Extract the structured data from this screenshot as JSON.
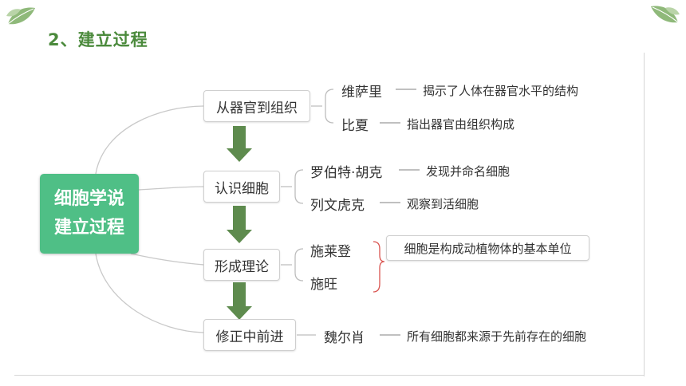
{
  "slide": {
    "title": "2、建立过程"
  },
  "root": {
    "line1": "细胞学说",
    "line2": "建立过程"
  },
  "stages": [
    {
      "label": "从器官到组织"
    },
    {
      "label": "认识细胞"
    },
    {
      "label": "形成理论"
    },
    {
      "label": "修正中前进"
    }
  ],
  "people": [
    {
      "name": "维萨里",
      "desc": "揭示了人体在器官水平的结构"
    },
    {
      "name": "比夏",
      "desc": "指出器官由组织构成"
    },
    {
      "name": "罗伯特·胡克",
      "desc": "发现并命名细胞"
    },
    {
      "name": "列文虎克",
      "desc": "观察到活细胞"
    },
    {
      "name": "施莱登"
    },
    {
      "name": "施旺"
    },
    {
      "name": "魏尔肖",
      "desc": "所有细胞都来源于先前存在的细胞"
    }
  ],
  "theory_summary": "细胞是构成动植物体的基本单位",
  "colors": {
    "title": "#4b8a3c",
    "root_fill": "#4fbf86",
    "arrow": "#5e8b4e",
    "leaf": "#7fae6b"
  }
}
